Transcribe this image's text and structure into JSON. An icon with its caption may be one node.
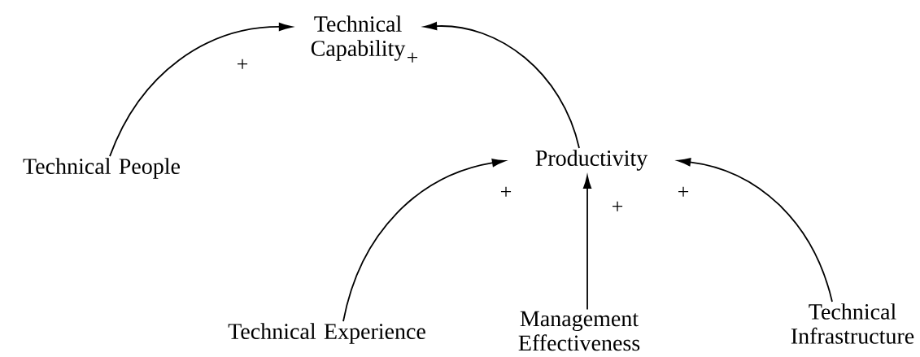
{
  "diagram": {
    "nodes": [
      {
        "text": [
          "Technical Capability"
        ]
      },
      {
        "text": [
          "Technical People"
        ]
      },
      {
        "text": [
          "Productivity"
        ]
      },
      {
        "text": [
          "Technical Experience"
        ]
      },
      {
        "text": [
          "Management Effectiveness"
        ]
      },
      {
        "text": [
          "Technical Infrastructure"
        ]
      }
    ],
    "edges": [
      {
        "from": 1,
        "to": 0,
        "arrow": "to",
        "label": "+"
      },
      {
        "from": 2,
        "to": 0,
        "arrow": "to",
        "label": "+"
      },
      {
        "from": 3,
        "to": 2,
        "arrow": "to",
        "label": "+"
      },
      {
        "from": 4,
        "to": 2,
        "arrow": "to",
        "label": "+"
      },
      {
        "from": 5,
        "to": 2,
        "arrow": "to",
        "label": "+"
      }
    ]
  }
}
